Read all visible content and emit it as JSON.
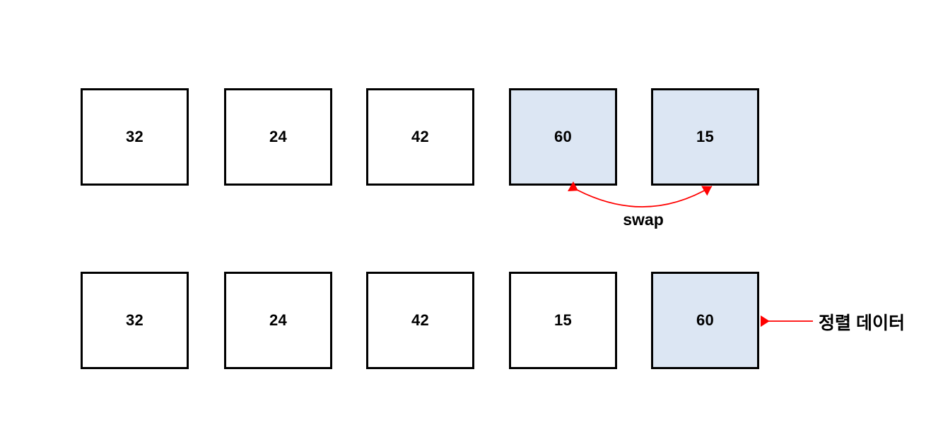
{
  "diagram": {
    "title": "Selection sort swap step",
    "background_color": "#ffffff",
    "border_color": "#000000",
    "highlight_color": "#dce6f3",
    "accent_color": "#ff0000",
    "rows": [
      {
        "name": "before-swap",
        "cells": [
          {
            "value": "32",
            "highlighted": false
          },
          {
            "value": "24",
            "highlighted": false
          },
          {
            "value": "42",
            "highlighted": false
          },
          {
            "value": "60",
            "highlighted": true
          },
          {
            "value": "15",
            "highlighted": true
          }
        ]
      },
      {
        "name": "after-swap",
        "cells": [
          {
            "value": "32",
            "highlighted": false
          },
          {
            "value": "24",
            "highlighted": false
          },
          {
            "value": "42",
            "highlighted": false
          },
          {
            "value": "15",
            "highlighted": false
          },
          {
            "value": "60",
            "highlighted": true
          }
        ]
      }
    ],
    "annotations": {
      "swap_label": "swap",
      "sorted_label": "정렬 데이터"
    }
  }
}
